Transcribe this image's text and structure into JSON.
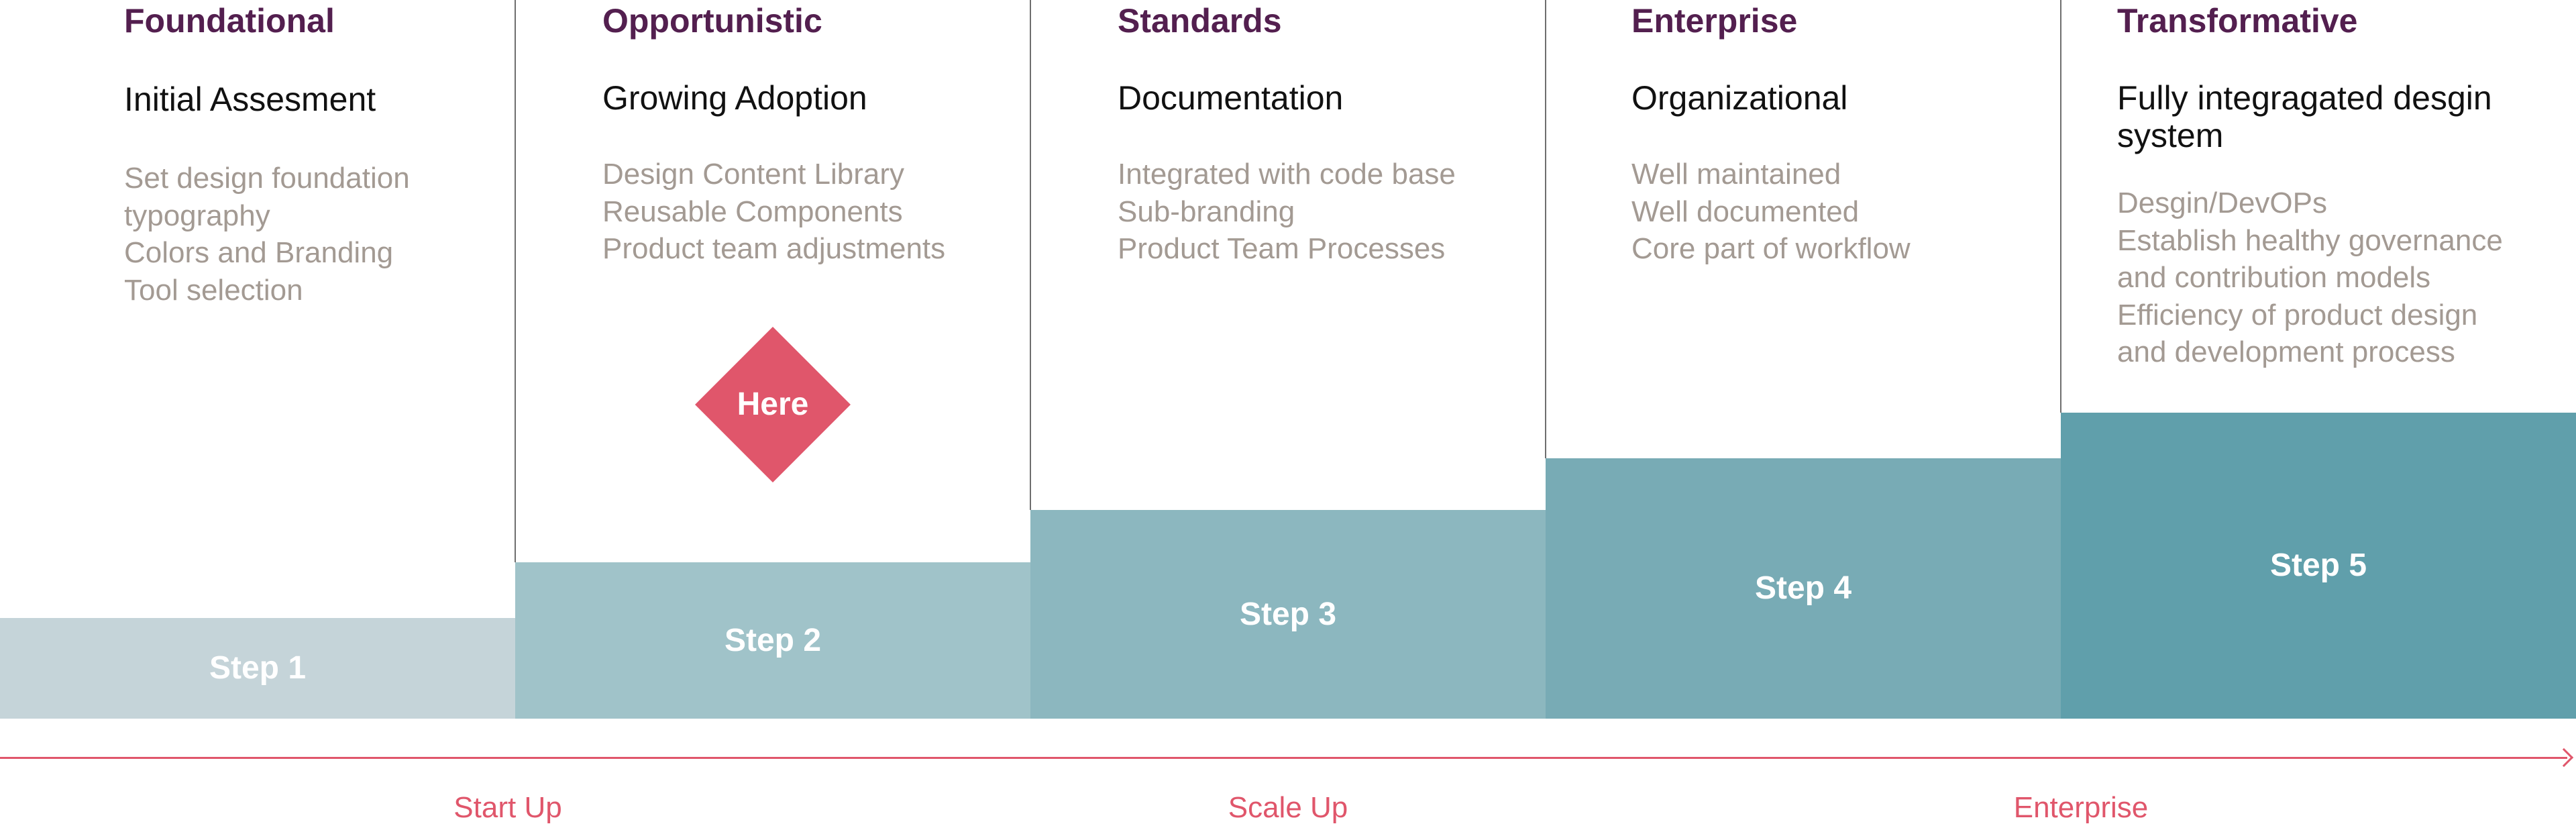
{
  "stages": [
    {
      "heading": "Foundational",
      "subtitle": "Initial Assesment",
      "items": [
        "Set design foundation",
        "typography",
        "Colors and Branding",
        "Tool selection"
      ],
      "step_label": "Step 1",
      "step_color": "#c5d4d9"
    },
    {
      "heading": "Opportunistic",
      "subtitle": "Growing Adoption",
      "items": [
        "Design Content Library",
        "Reusable Components",
        "Product team adjustments"
      ],
      "step_label": "Step 2",
      "step_color": "#a0c3c9"
    },
    {
      "heading": "Standards",
      "subtitle": "Documentation",
      "items": [
        "Integrated with code base",
        "Sub-branding",
        "Product Team Processes"
      ],
      "step_label": "Step 3",
      "step_color": "#8cb7bf"
    },
    {
      "heading": "Enterprise",
      "subtitle": "Organizational",
      "items": [
        "Well maintained",
        "Well documented",
        "Core part of workflow"
      ],
      "step_label": "Step 4",
      "step_color": "#78abb5"
    },
    {
      "heading": "Transformative",
      "subtitle_lines": [
        "Fully integragated desgin",
        "system"
      ],
      "items": [
        "Desgin/DevOPs",
        "Establish healthy governance",
        "and contribution models",
        "Efficiency of product design",
        "and development process"
      ],
      "step_label": "Step 5",
      "step_color": "#609fab"
    }
  ],
  "marker": {
    "label": "Here",
    "stage": "Opportunistic",
    "color": "#e0566b"
  },
  "phases": [
    "Start Up",
    "Scale Up",
    "Enterprise"
  ],
  "colors": {
    "heading": "#531f4f",
    "subtitle": "#111111",
    "items": "#a39a93",
    "accent": "#e0566b"
  }
}
